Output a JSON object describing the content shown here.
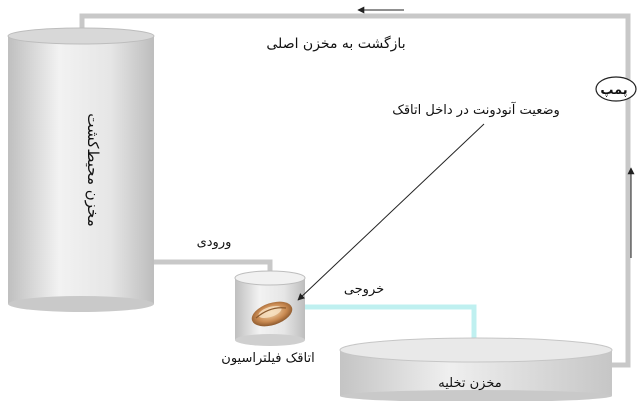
{
  "labels": {
    "return_to_main": "بازگشت به مخزن اصلی",
    "pump": "پمپ",
    "tooth_status": "وضعیت آنودونت در داخل اتاقک",
    "main_tank": "مخزن محیط‌کشت",
    "inlet": "ورودی",
    "outlet": "خروجی",
    "filtration_chamber": "اتاقک فیلتراسیون",
    "drain_tank": "مخزن تخلیه"
  },
  "colors": {
    "pipe": "#c8c8c8",
    "outlet_pipe": "#bff0f0",
    "tank_light": "#ececec",
    "tank_dark": "#bdbdbd",
    "pointer": "#222222"
  }
}
